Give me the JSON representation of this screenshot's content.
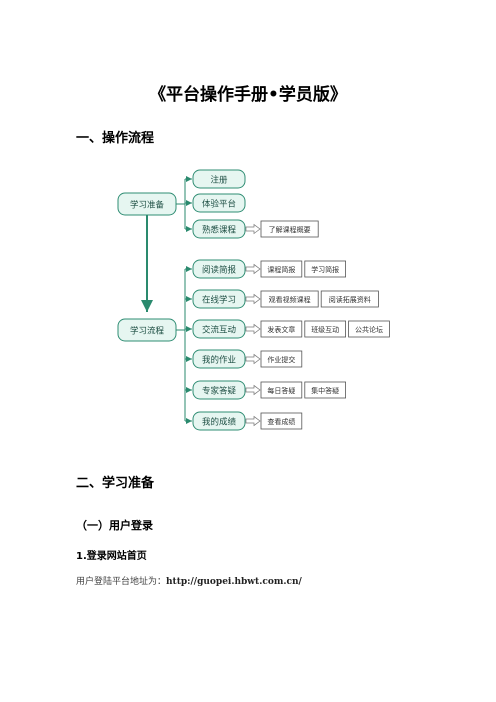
{
  "doc": {
    "title": "《平台操作手册•学员版》",
    "section1": "一、操作流程",
    "section2": "二、学习准备",
    "sub1": "（一）用户登录",
    "sub1_1": "1.登录网站首页",
    "login_text": "用户登陆平台地址为：",
    "login_url": "http://guopei.hbwt.com.cn/"
  },
  "flow": {
    "root1": "学习准备",
    "root2": "学习流程",
    "prep": [
      {
        "label": "注册",
        "subs": []
      },
      {
        "label": "体验平台",
        "subs": []
      },
      {
        "label": "熟悉课程",
        "subs": [
          "了解课程概要"
        ]
      }
    ],
    "learn": [
      {
        "label": "阅读简报",
        "subs": [
          "课程简报",
          "学习简报"
        ]
      },
      {
        "label": "在线学习",
        "subs": [
          "观看视频课程",
          "阅读拓展资料"
        ]
      },
      {
        "label": "交流互动",
        "subs": [
          "发表文章",
          "班级互动",
          "公共论坛"
        ]
      },
      {
        "label": "我的作业",
        "subs": [
          "作业提交"
        ]
      },
      {
        "label": "专家答疑",
        "subs": [
          "每日答疑",
          "集中答疑"
        ]
      },
      {
        "label": "我的成绩",
        "subs": [
          "查看成绩"
        ]
      }
    ],
    "colors": {
      "node_fill": "#e6f6f1",
      "node_stroke": "#2f8d73",
      "arrow": "#2a8a6e",
      "sub_stroke": "#555555"
    }
  }
}
